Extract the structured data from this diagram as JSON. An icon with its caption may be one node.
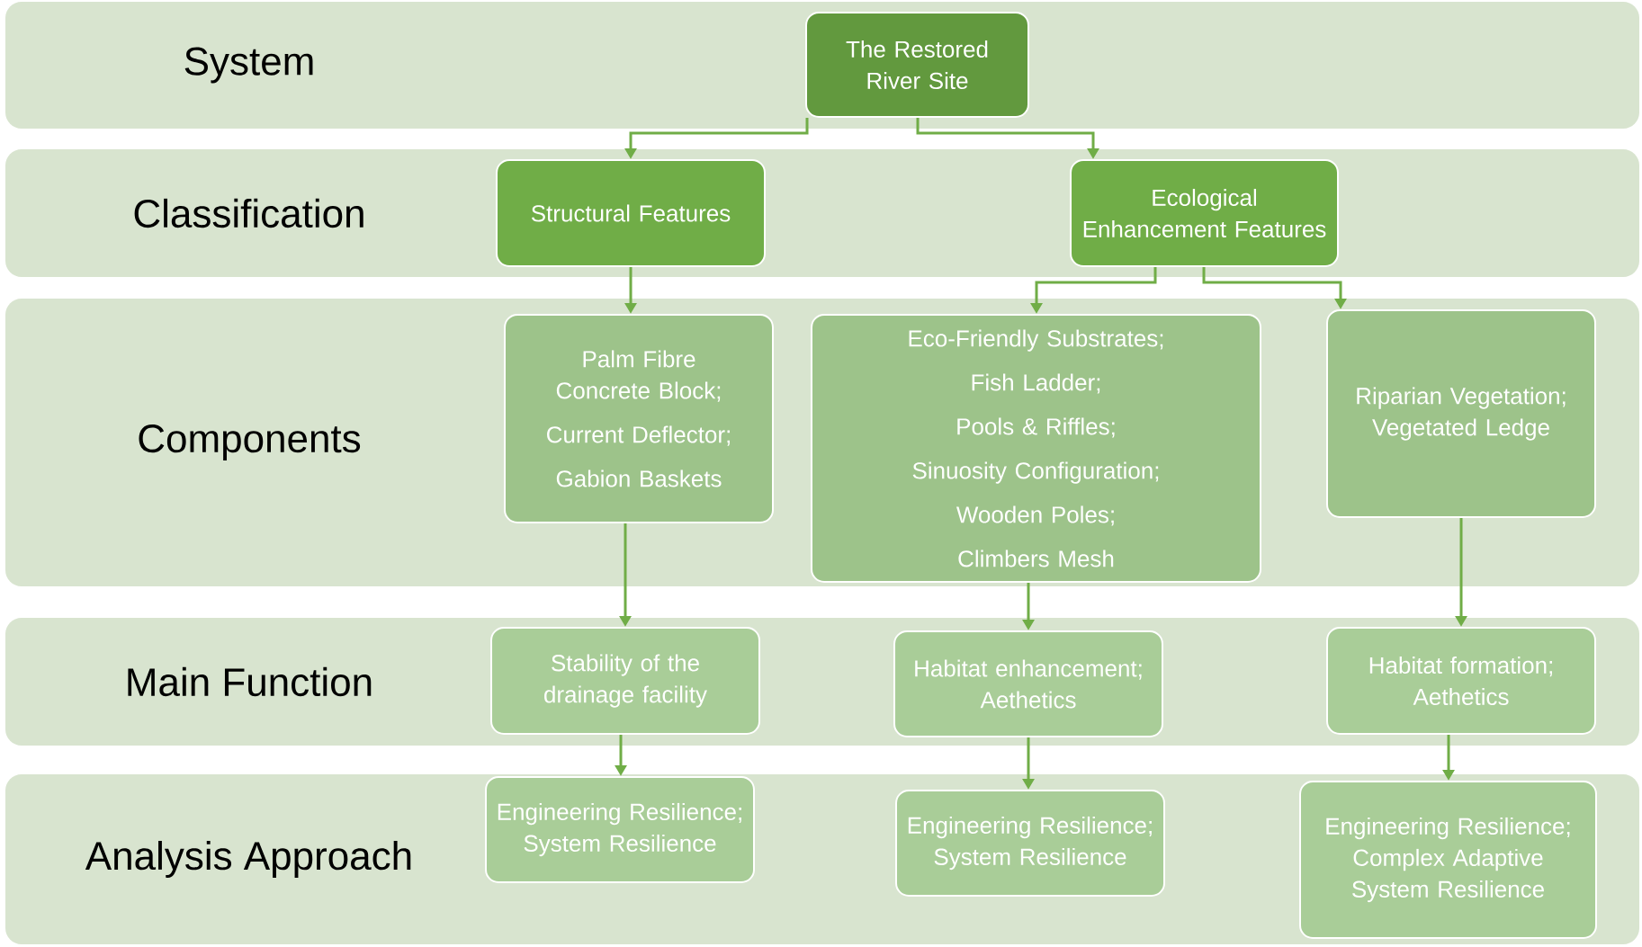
{
  "diagram": {
    "nodes": [
      {
        "text": [
          "System"
        ]
      },
      {
        "text": [
          "The Restored River Site"
        ],
        "in": 0
      },
      {
        "text": [
          "Classification"
        ]
      },
      {
        "text": [
          "Structural Features"
        ],
        "in": 2
      },
      {
        "text": [
          "Ecological Enhancement Features"
        ],
        "in": 2
      },
      {
        "text": [
          "Components"
        ]
      },
      {
        "text": [
          "Palm Fibre Concrete Block;",
          "Current Deflector;",
          "Gabion Baskets"
        ],
        "in": 5
      },
      {
        "text": [
          "Eco-Friendly Substrates;",
          "Fish Ladder;",
          "Pools & Riffles;",
          "Sinuosity Configuration;",
          "Wooden Poles;",
          "Climbers Mesh"
        ],
        "in": 5
      },
      {
        "text": [
          "Riparian Vegetation; Vegetated Ledge"
        ],
        "in": 5
      },
      {
        "text": [
          "Main Function"
        ]
      },
      {
        "text": [
          "Stability of the drainage facility"
        ],
        "in": 9
      },
      {
        "text": [
          "Habitat enhancement; Aethetics"
        ],
        "in": 9
      },
      {
        "text": [
          "Habitat formation; Aethetics"
        ],
        "in": 9
      },
      {
        "text": [
          "Analysis Approach"
        ]
      },
      {
        "text": [
          "Engineering Resilience; System Resilience"
        ],
        "in": 13
      },
      {
        "text": [
          "Engineering Resilience; System Resilience"
        ],
        "in": 13
      },
      {
        "text": [
          "Engineering Resilience; Complex Adaptive System Resilience"
        ],
        "in": 13
      }
    ],
    "edges": [
      {
        "from": 1,
        "to": 3,
        "arrow": "to"
      },
      {
        "from": 1,
        "to": 4,
        "arrow": "to"
      },
      {
        "from": 3,
        "to": 6,
        "arrow": "to"
      },
      {
        "from": 4,
        "to": 7,
        "arrow": "to"
      },
      {
        "from": 4,
        "to": 8,
        "arrow": "to"
      },
      {
        "from": 6,
        "to": 10,
        "arrow": "to"
      },
      {
        "from": 7,
        "to": 11,
        "arrow": "to"
      },
      {
        "from": 8,
        "to": 12,
        "arrow": "to"
      },
      {
        "from": 10,
        "to": 14,
        "arrow": "to"
      },
      {
        "from": 11,
        "to": 15,
        "arrow": "to"
      },
      {
        "from": 12,
        "to": 16,
        "arrow": "to"
      }
    ]
  }
}
